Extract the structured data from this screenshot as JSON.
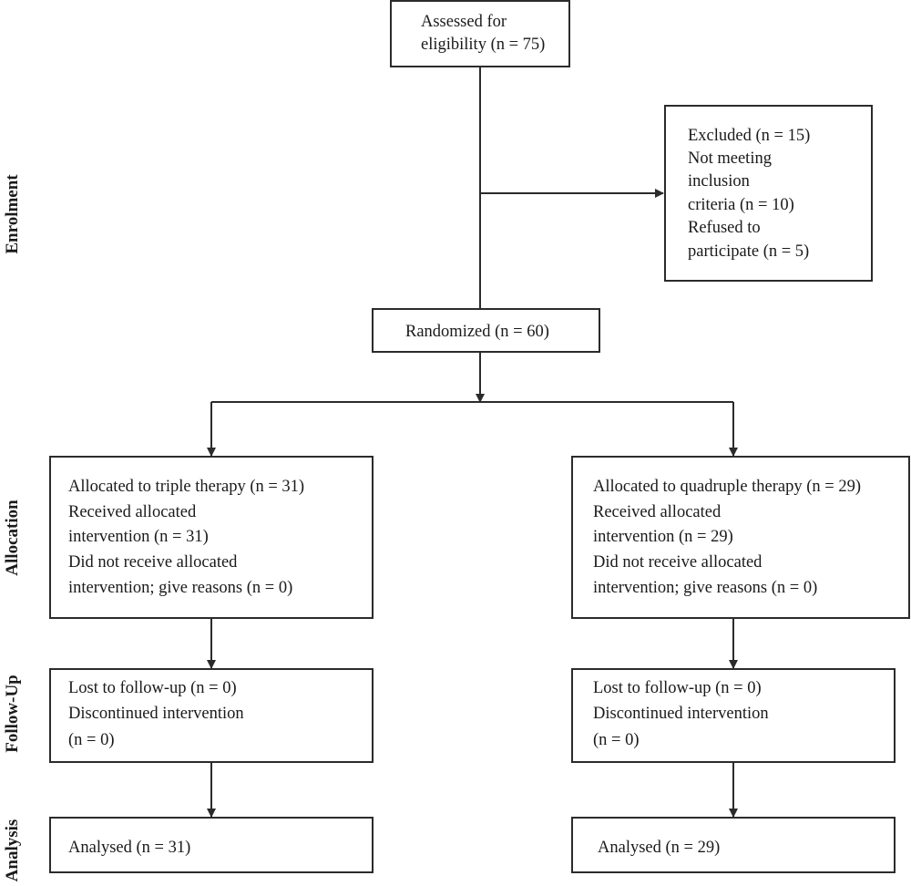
{
  "stages": {
    "enrolment": "Enrolment",
    "allocation": "Allocation",
    "follow_up": "Follow-Up",
    "analysis": "Analysis"
  },
  "boxes": {
    "assessed": [
      "Assessed for",
      "eligibility (n = 75)"
    ],
    "excluded": [
      "Excluded (n = 15)",
      "Not meeting",
      "inclusion",
      "criteria (n = 10)",
      "Refused to",
      "participate (n = 5)"
    ],
    "randomized": [
      "Randomized (n = 60)"
    ],
    "alloc_triple": [
      "Allocated to triple therapy (n = 31)",
      "Received allocated",
      "intervention (n = 31)",
      "Did not receive allocated",
      "intervention; give reasons (n = 0)"
    ],
    "alloc_quad": [
      "Allocated to quadruple therapy (n = 29)",
      "Received allocated",
      "intervention (n = 29)",
      "Did not receive allocated",
      "intervention; give reasons (n = 0)"
    ],
    "follow_triple": [
      "Lost to follow-up (n = 0)",
      "Discontinued intervention",
      "(n = 0)"
    ],
    "follow_quad": [
      "Lost to follow-up (n = 0)",
      "Discontinued intervention",
      "(n = 0)"
    ],
    "analysis_triple": [
      "Analysed (n = 31)"
    ],
    "analysis_quad": [
      "Analysed (n = 29)"
    ]
  }
}
